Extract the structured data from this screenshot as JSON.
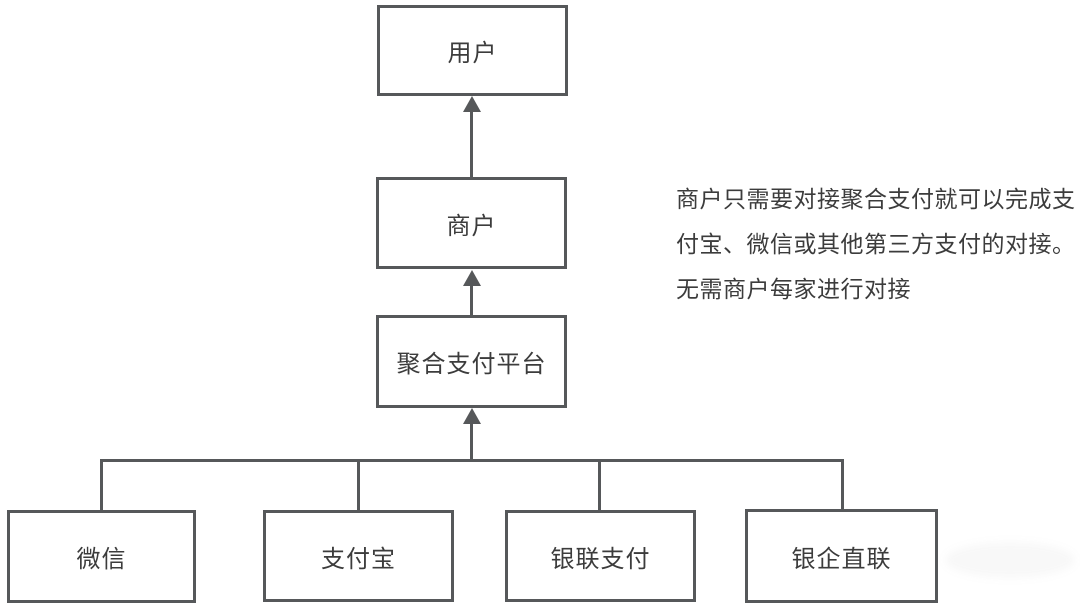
{
  "nodes": {
    "user": "用户",
    "merchant": "商户",
    "platform": "聚合支付平台",
    "wechat": "微信",
    "alipay": "支付宝",
    "unionpay": "银联支付",
    "bank_direct": "银企直联"
  },
  "annotation": {
    "full_text": "商户只需要对接聚合支付就可以完成支付宝、微信或其他第三方支付的对接。无需商户每家进行对接",
    "lines": [
      "商户只需要对接聚合支付就可以完成支",
      "付宝、微信或其他第三方支付的对接。",
      "无需商户每家进行对接"
    ]
  },
  "colors": {
    "line": "#56585a",
    "text": "#3c3c3c",
    "background": "#ffffff"
  }
}
